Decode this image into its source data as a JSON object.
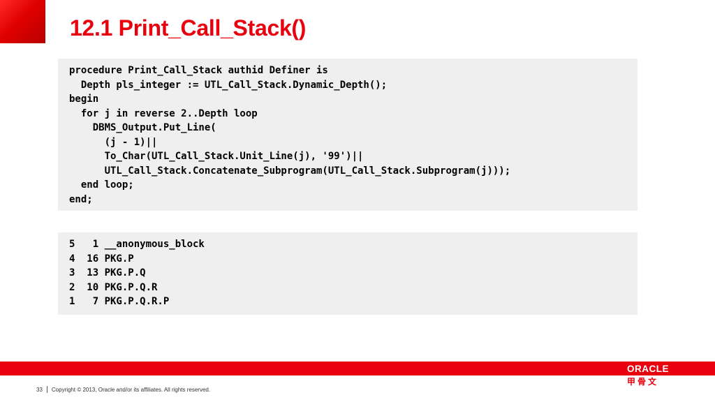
{
  "slide": {
    "title": "12.1 Print_Call_Stack()",
    "code_lines": [
      "procedure Print_Call_Stack authid Definer is",
      "  Depth pls_integer := UTL_Call_Stack.Dynamic_Depth();",
      "begin",
      "  for j in reverse 2..Depth loop",
      "    DBMS_Output.Put_Line(",
      "      (j - 1)||",
      "      To_Char(UTL_Call_Stack.Unit_Line(j), '99')||",
      "      UTL_Call_Stack.Concatenate_Subprogram(UTL_Call_Stack.Subprogram(j)));",
      "  end loop;",
      "end;"
    ],
    "output_lines": [
      "5   1 __anonymous_block",
      "4  16 PKG.P",
      "3  13 PKG.P.Q",
      "2  10 PKG.P.Q.R",
      "1   7 PKG.P.Q.R.P"
    ]
  },
  "footer": {
    "page_number": "33",
    "copyright": "Copyright © 2013, Oracle and/or its affiliates. All rights reserved.",
    "logo_text": "ORACLE",
    "logo_cn": "甲骨文"
  },
  "colors": {
    "accent": "#e8000f",
    "code_bg": "#efefef"
  }
}
